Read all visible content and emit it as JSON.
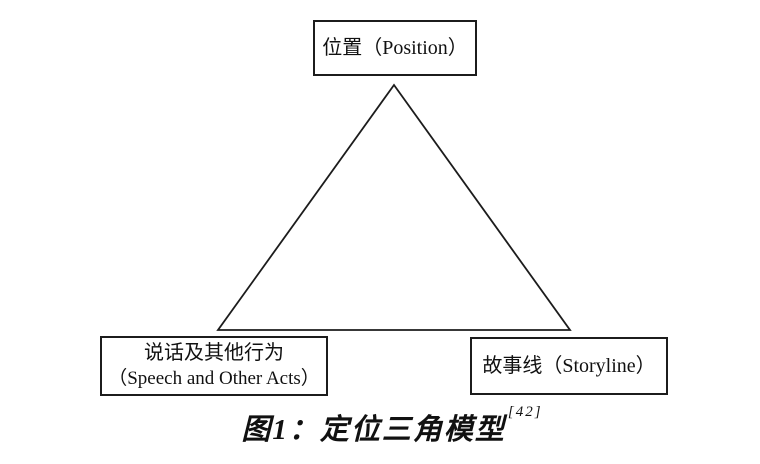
{
  "diagram": {
    "colors": {
      "line": "#1c1c1c",
      "background": "#ffffff",
      "text": "#111111"
    },
    "nodes": {
      "top": {
        "label": "位置（Position）"
      },
      "bottom_left": {
        "line1": "说话及其他行为",
        "line2": "（Speech and Other Acts）"
      },
      "bottom_right": {
        "label": "故事线（Storyline）"
      }
    },
    "caption": {
      "label": "图1：定位三角模型",
      "citation": "[42]"
    }
  }
}
